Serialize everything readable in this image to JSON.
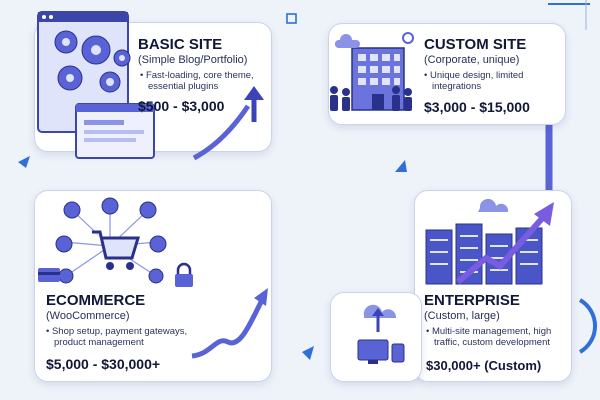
{
  "tiers": {
    "basic": {
      "title": "BASIC SITE",
      "subtitle": "(Simple Blog/Portfolio)",
      "bullet_line1": "• Fast-loading, core theme,",
      "bullet_line2": "essential plugins",
      "price": "$500 - $3,000"
    },
    "custom": {
      "title": "CUSTOM SITE",
      "subtitle": "(Corporate, unique)",
      "bullet_line1": "• Unique design, limited",
      "bullet_line2": "integrations",
      "price": "$3,000 - $15,000"
    },
    "ecommerce": {
      "title": "ECOMMERCE",
      "subtitle": "(WooCommerce)",
      "bullet_line1": "• Shop setup, payment gateways,",
      "bullet_line2": "product management",
      "price": "$5,000 - $30,000+"
    },
    "enterprise": {
      "title": "ENTERPRISE",
      "subtitle": "(Custom, large)",
      "bullet_line1": "• Multi-site management, high",
      "bullet_line2": "traffic, custom development",
      "price": "$30,000+ (Custom)"
    }
  },
  "colors": {
    "primary": "#4a55c8",
    "arrow": "#5a63d6",
    "accent": "#2f6fd8",
    "card_border": "#c9d4ea",
    "background": "#eef2f9"
  },
  "icons": [
    "gears-icon",
    "browser-window-icon",
    "office-building-icon",
    "people-icon",
    "shopping-cart-icon",
    "payment-card-icon",
    "lock-icon",
    "server-rack-icon",
    "cloud-upload-icon",
    "devices-icon",
    "growth-arrow-icon"
  ]
}
